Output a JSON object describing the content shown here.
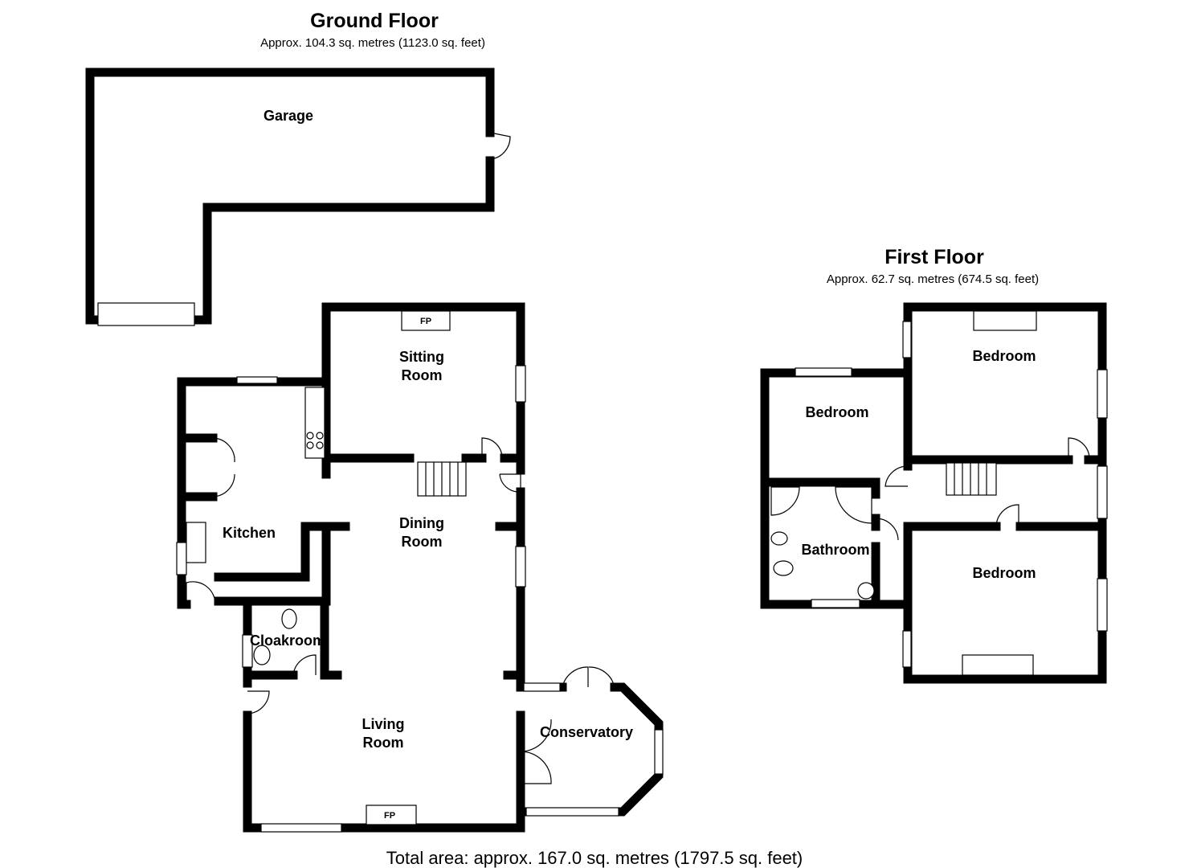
{
  "ground_floor": {
    "title": "Ground Floor",
    "area": "Approx. 104.3 sq. metres (1123.0 sq. feet)",
    "rooms": {
      "garage": "Garage",
      "sitting_room": [
        "Sitting",
        "Room"
      ],
      "kitchen": "Kitchen",
      "dining_room": [
        "Dining",
        "Room"
      ],
      "cloakroom": "Cloakroom",
      "living_room": [
        "Living",
        "Room"
      ],
      "conservatory": "Conservatory"
    },
    "fireplace_label": "FP"
  },
  "first_floor": {
    "title": "First Floor",
    "area": "Approx.  62.7 sq. metres (674.5 sq. feet)",
    "rooms": {
      "bedroom_1": "Bedroom",
      "bedroom_2": "Bedroom",
      "bedroom_3": "Bedroom",
      "bathroom": "Bathroom"
    }
  },
  "total_area": "Total area: approx. 167.0 sq. metres (1797.5 sq. feet)"
}
